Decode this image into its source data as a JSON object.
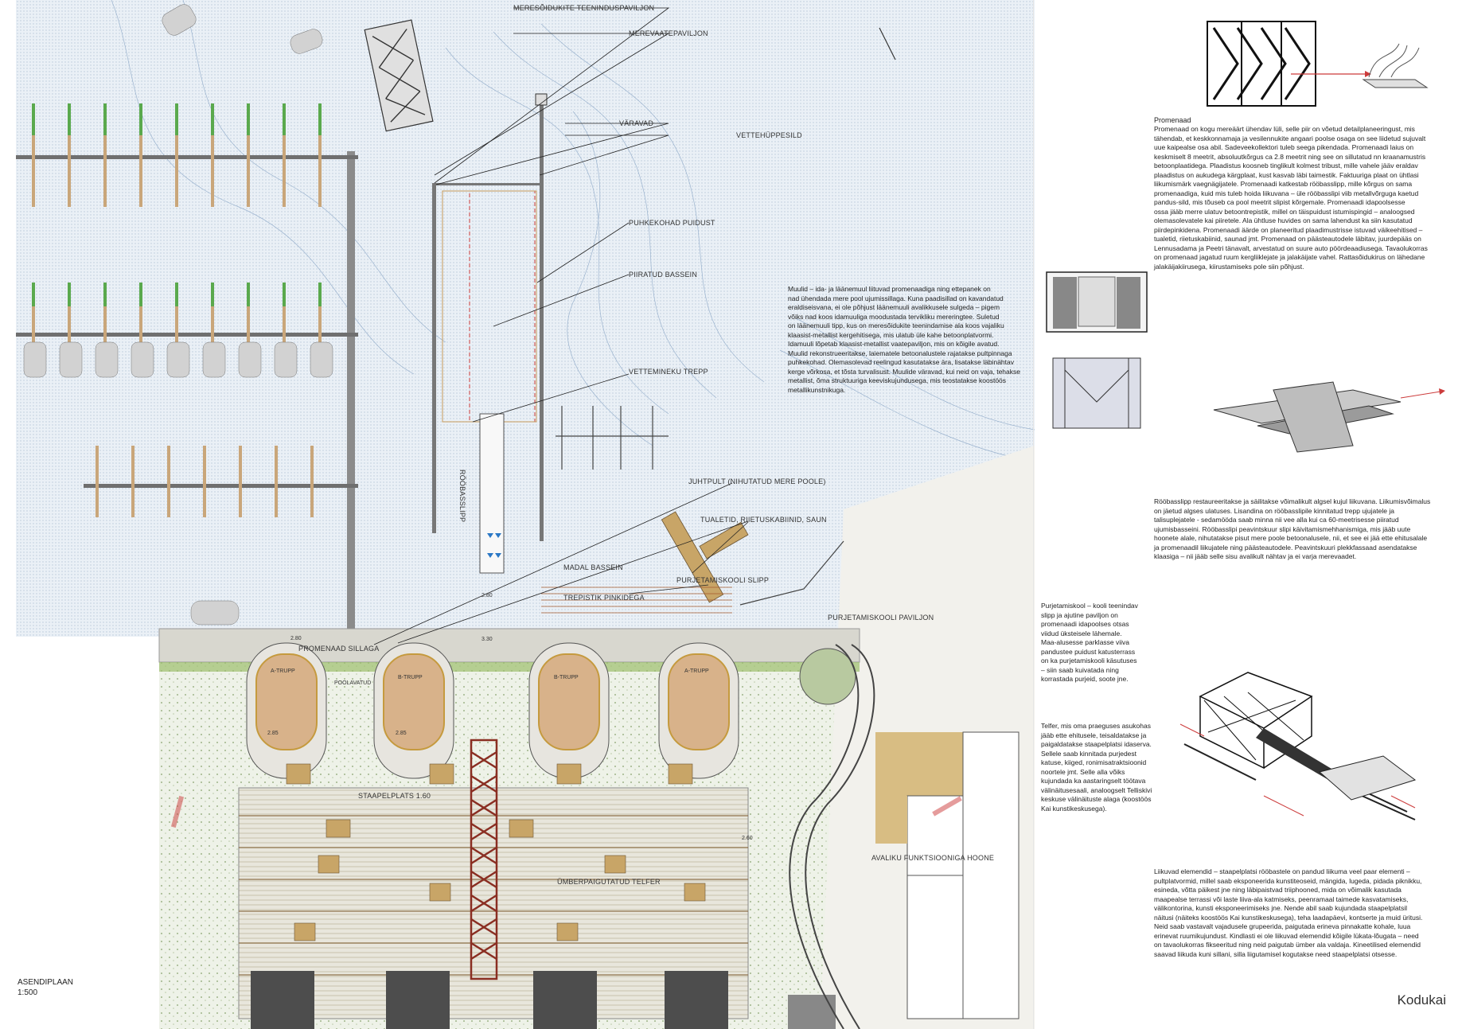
{
  "labels": {
    "meresoidukite": "MERESÕIDUKITE TEENINDUSPAVILJON",
    "merevaate": "MEREVAATEPAVILJON",
    "varavad": "VÄRAVAD",
    "vettehuppesild": "VETTEHÜPPESILD",
    "puhkekohad": "PUHKEKOHAD PUIDUST",
    "piiratud": "PIIRATUD BASSEIN",
    "vetteminekutrepp": "VETTEMINEKU TREPP",
    "juhtpult": "JUHTPULT (NIHUTATUD MERE POOLE)",
    "tualetid": "TUALETID, RIIETUSKABIINID, SAUN",
    "madalbassein": "MADAL BASSEIN",
    "trepistik": "TREPISTIK PINKIDEGA",
    "purjetamisslipp": "PURJETAMISKOOLI SLIPP",
    "purjetamispaviljon": "PURJETAMISKOOLI PAVILJON",
    "promenaad": "PROMENAAD SILLAGA",
    "staapelplats": "STAAPELPLATS 1.60",
    "umberpaigutatud": "ÜMBERPAIGUTATUD TELFER",
    "avalik": "AVALIKU FUNKTSIOONIGA HOONE",
    "roobasslipp": "RÖÖBASSLIPP",
    "dim280a": "2.80",
    "dim280b": "2.80",
    "dim330": "3.30",
    "dim260": "2.60",
    "dim285a": "2.85",
    "dim285b": "2.85",
    "atrupp1": "A-TRUPP",
    "btrupp1": "B-TRUPP",
    "btrupp2": "B-TRUPP",
    "atrupp2": "A-TRUPP",
    "poolavatud": "POOLAVATUD"
  },
  "texts": {
    "muulid": "Muulid – ida- ja läänemuul liituvad promenaadiga ning ettepanek on\nnad ühendada mere pool ujumissillaga. Kuna paadisillad on kavandatud\neraldiseisvana, ei ole põhjust läänemuuli avalikkusele sulgeda – pigem\nvõiks nad koos idamuuliga moodustada tervikliku mereringtee. Suletud\non läänemuuli tipp, kus on meresõidukite teenindamise ala koos vajaliku\nklaasist-metallist kergehitisega, mis ulatub üle kahe betoonplatvormi.\nIdamuuli lõpetab klaasist-metallist vaatepaviljon, mis on kõigile avatud.\nMuulid rekonstrueeritakse, laiematele betoonalustele rajatakse pultpinnaga\npuhkekohad. Olemasolevad reelingud kasutatakse ära, lisatakse läbinähtav\nkerge võrkosa, et tõsta turvalisust. Muulide väravad, kui neid on vaja, tehakse\nmetallist, õma struktuuriga keeviskujundusega, mis teostatakse koostöös\nmetallikunstnikuga.",
    "promenaad_title": "Promenaad",
    "promenaad": "Promenaad on kogu mereäärt ühendav lüli, selle piir on võetud detailplaneeringust, mis\ntähendab, et keskkonnamaja ja vesilennukite angaari poolse osaga on see liidetud sujuvalt\nuue kaipealse osa abil. Sadeveekollektori tuleb seega pikendada. Promenaadi laius on\nkeskmiselt 8 meetrit, absoluutkõrgus ca 2.8 meetrit ning see on sillutatud nn kraanamustris\nbetoonplaatidega. Plaadistus koosneb tinglikult kolmest tribust, mille vahele jääv eraldav\nplaadistus on aukudega kärgplaat, kust kasvab läbi taimestik. Faktuuriga plaat on ühtlasi\nliikumismärk vaegnägijatele. Promenaadi katkestab rööbasslipp, mille kõrgus on sama\npromenaadiga, kuid mis tuleb hoida liikuvana – üle rööbasslipi viib metallvõrguga kaetud\npandus-sild, mis tõuseb ca pool meetrit slipist kõrgemale. Promenaadi idapoolsesse\nossa jääb merre ulatuv betoontrepistik, millel on täispuidust istumispingid – analoogsed\nolemasolevatele kai piiretele. Ala ühtluse huvides on sama lahendust ka siin kasutatud\npiirdepinkidena. Promenaadi äärde on planeeritud plaadimustrisse istuvad väikeehitised –\ntualetid, riietuskabiinid, saunad jmt. Promenaad on päästeautodele läbitav, juurdepääs on\nLennusadama ja Peetri tänavalt, arvestatud on suure auto pöördeaadiusega. Tavaolukorras\non promenaad jagatud ruum kergliiklejate ja jalakäijate vahel. Rattasõidukirus on lähedane\njalakäijakiirusega, kiirustamiseks pole siin põhjust.",
    "roobasslipp": "Rööbasslipp restaureeritakse ja säilitakse võimalikult algsel kujul liikuvana. Liikumisvõimalus\non jäetud algses ulatuses. Lisandina on rööbasslipile kinnitatud trepp ujujatele ja\ntalisuplejatele - sedamööda saab minna nii vee alla kui ca 60-meetrisesse piiratud\nujumisbasseini. Rööbasslipi peavintskuur slipi käivitamismehhanismiga, mis jääb uute\nhoonete alale, nihutatakse pisut mere poole betoonalusele, nii, et see ei jää ette ehitusalale\nja promenaadil liikujatele ning päästeautodele. Peavintskuuri plekkfassaad asendatakse\nklaasiga – nii jääb selle sisu avalikult nähtav ja ei varja merevaadet.",
    "purjetamiskool": "Purjetamiskool – kooli teenindav\nslipp ja ajutine paviljon on\npromenaadi idapoolses otsas\nviidud üksteisele lähemale.\nMaa-alusesse parklasse viiva\npandustee puidust katusterrass\non ka purjetamiskooli käsutuses\n– siin saab kuivatada ning\nkorrastada purjeid, soote jne.",
    "telfer": "Telfer, mis oma praeguses asukohas\njääb ette ehitusele, teisaldatakse ja\npaigaldatakse staapelplatsi idaserva.\nSellele saab kinnitada purjedest\nkatuse, kiiged, ronimisatraktsioonid\nnoortele jmt. Selle alla võiks\nkujundada ka aastaringselt töötava\nvälinäitusesaali, analoogselt Telliskivi\nkeskuse välinäituste alaga (koostöös\nKai kunstikeskusega).",
    "liikuvad": "Liikuvad elemendid – staapelplatsi rööbastele on pandud liikuma veel paar elementi –\npultplatvormid, millel saab eksponeerida kunstiteoseid, mängida, lugeda, pidada piknikku,\nesineda, võtta päikest jne ning läbipaistvad triiphooned, mida on võimalik kasutada\nmaapealse terrassi või laste liiva-ala katmiseks, peenramaal taimede kasvatamiseks,\nvälikontorina, kunsti eksponeerimiseks jne. Nende abil saab kujundada staapelplatsil\nnäitusi (näiteks koostöös Kai kunstikeskusega), teha laadapäevi, kontserte ja muid üritusi.\nNeid saab vastavalt vajadusele grupeerida, paigutada erineva pinnakatte kohale, luua\nerinevat ruumikujundust. Kindlasti ei ole liikuvad elemendid kõigile lükata-lõugata – need\non tavaolukorras fikseeritud ning neid paigutab ümber ala valdaja. Kineetilised elemendid\nsaavad liikuda kuni sillani, silla liigutamisel kogutakse need staapelplatsi otsesse."
  },
  "plan_title": "ASENDIPLAAN\n1:500",
  "brand": "Kodukai"
}
